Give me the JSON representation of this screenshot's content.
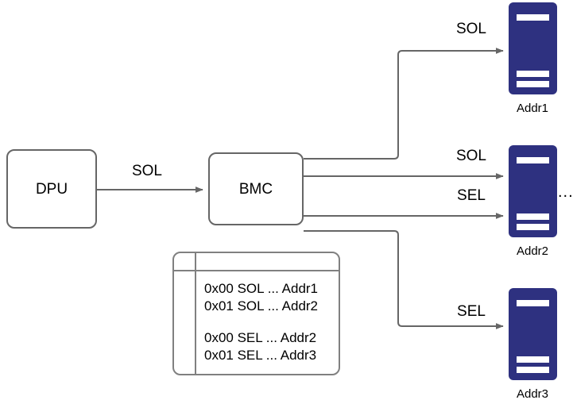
{
  "diagram": {
    "title": "DPU to BMC to servers SOL/SEL routing diagram",
    "colors": {
      "server_fill": "#2e3180",
      "node_stroke": "#666666",
      "table_stroke": "#808080",
      "edge_stroke": "#666666",
      "text": "#000000",
      "background": "#ffffff"
    },
    "nodes": [
      {
        "id": "dpu",
        "label": "DPU"
      },
      {
        "id": "bmc",
        "label": "BMC"
      }
    ],
    "edges": [
      {
        "id": "dpu-bmc",
        "label": "SOL",
        "from": "dpu",
        "to": "bmc"
      },
      {
        "id": "bmc-addr1-sol",
        "label": "SOL",
        "from": "bmc",
        "to": "addr1"
      },
      {
        "id": "bmc-addr2-sol",
        "label": "SOL",
        "from": "bmc",
        "to": "addr2"
      },
      {
        "id": "bmc-addr2-sel",
        "label": "SEL",
        "from": "bmc",
        "to": "addr2"
      },
      {
        "id": "bmc-addr3-sel",
        "label": "SEL",
        "from": "bmc",
        "to": "addr3"
      }
    ],
    "servers": [
      {
        "id": "addr1",
        "label": "Addr1"
      },
      {
        "id": "addr2",
        "label": "Addr2"
      },
      {
        "id": "addr3",
        "label": "Addr3"
      }
    ],
    "ellipsis": "...",
    "mapping_table": {
      "rows": [
        "0x00 SOL ... Addr1",
        "0x01 SOL ... Addr2",
        "",
        "0x00 SEL ... Addr2",
        "0x01 SEL ... Addr3"
      ]
    }
  }
}
